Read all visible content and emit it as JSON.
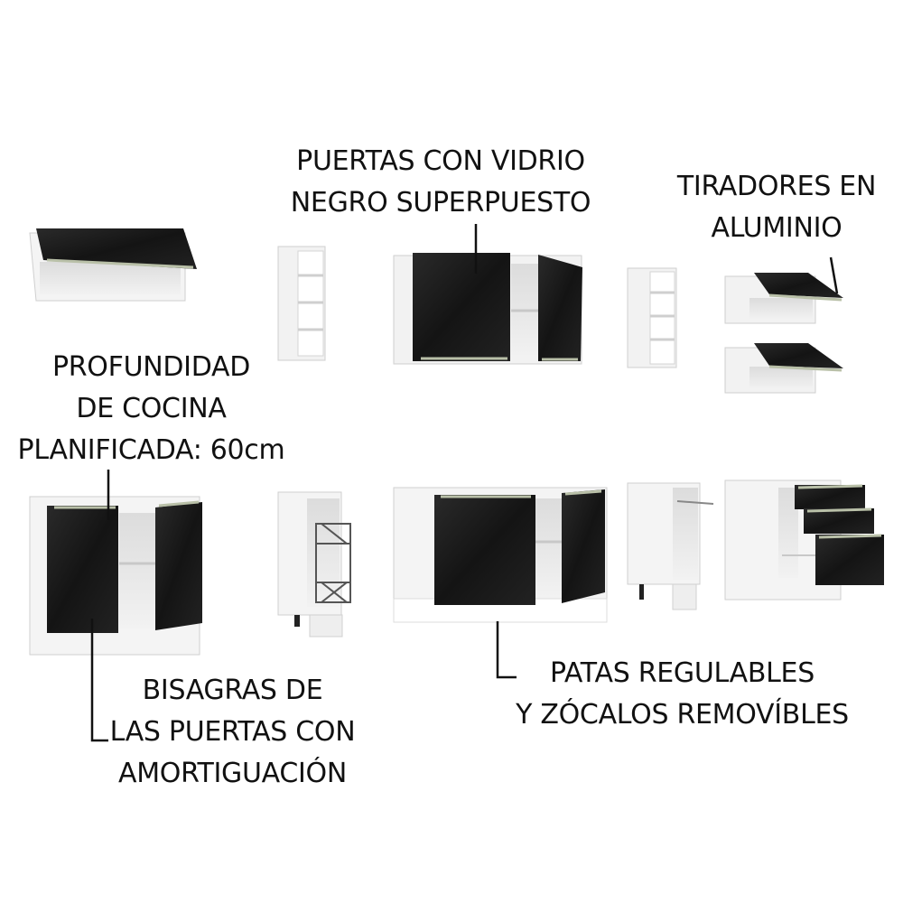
{
  "labels": {
    "glass_doors": {
      "line1": "PUERTAS CON VIDRIO",
      "line2": "NEGRO SUPERPUESTO"
    },
    "handles": {
      "line1": "TIRADORES EN",
      "line2": "ALUMINIO"
    },
    "depth": {
      "line1": "PROFUNDIDAD",
      "line2": "DE COCINA",
      "line3": "PLANIFICADA: 60cm"
    },
    "hinges": {
      "line1": "BISAGRAS DE",
      "line2": "LAS PUERTAS CON",
      "line3": "AMORTIGUACIÓN"
    },
    "legs": {
      "line1": "PATAS REGULABLES",
      "line2": "Y ZÓCALOS REMOVÍBLES"
    }
  },
  "colors": {
    "door_gloss_black": "#1b1b1b",
    "carcass_white": "#f4f4f4",
    "carcass_shadow": "#d9d9d9",
    "handle_aluminium": "#b9c0a8",
    "leader_line": "#111111"
  }
}
